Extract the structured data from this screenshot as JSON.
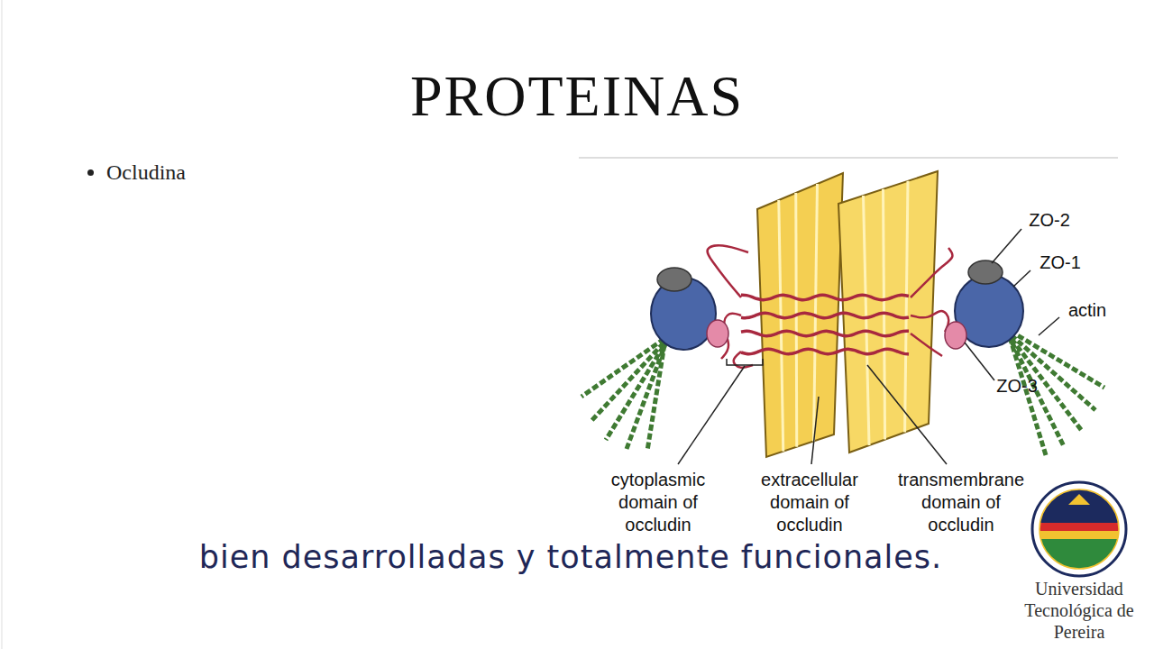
{
  "diagram": {
    "title": "PROTEINAS",
    "caption": "bien desarrolladas y totalmente funcionales.",
    "labels": [
      "Ocludina",
      "ZO-2",
      "ZO-1",
      "actin",
      "ZO-3",
      "cytoplasmic domain of occludin",
      "extracellular domain of occludin",
      "transmembrane domain of occludin",
      "Universidad Tecnológica de Pereira"
    ]
  }
}
